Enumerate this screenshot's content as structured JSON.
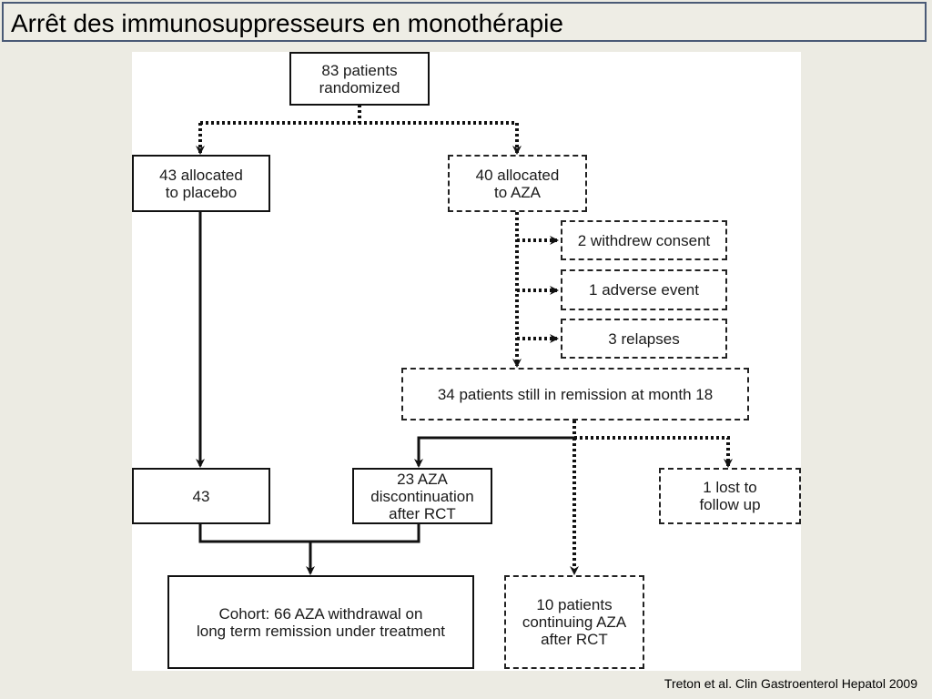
{
  "slide": {
    "title": "Arrêt des immunosuppresseurs en monothérapie",
    "citation": "Treton et al. Clin Gastroenterol Hepatol 2009"
  },
  "flowchart": {
    "randomized": "83 patients\nrandomized",
    "placebo": "43 allocated\nto placebo",
    "aza": "40 allocated\nto AZA",
    "withdrew": "2 withdrew consent",
    "adverse": "1 adverse event",
    "relapses": "3 relapses",
    "remission": "34 patients still in remission at month 18",
    "placebo_count": "43",
    "discontinuation": "23 AZA\ndiscontinuation\nafter RCT",
    "lost": "1 lost to\nfollow up",
    "cohort": "Cohort: 66 AZA withdrawal on\nlong term remission under treatment",
    "continuing": "10 patients\ncontinuing AZA\nafter RCT"
  }
}
